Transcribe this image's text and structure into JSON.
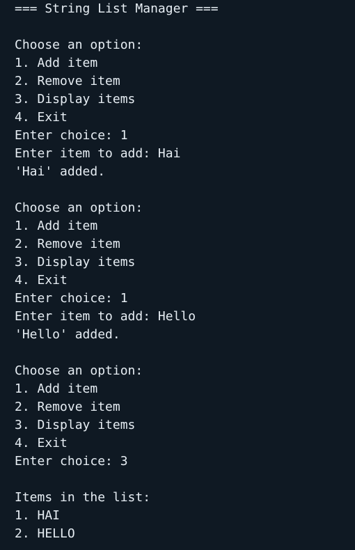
{
  "terminal": {
    "lines": [
      "=== String List Manager ===",
      "",
      "Choose an option:",
      "1. Add item",
      "2. Remove item",
      "3. Display items",
      "4. Exit",
      "Enter choice: 1",
      "Enter item to add: Hai",
      "'Hai' added.",
      "",
      "Choose an option:",
      "1. Add item",
      "2. Remove item",
      "3. Display items",
      "4. Exit",
      "Enter choice: 1",
      "Enter item to add: Hello",
      "'Hello' added.",
      "",
      "Choose an option:",
      "1. Add item",
      "2. Remove item",
      "3. Display items",
      "4. Exit",
      "Enter choice: 3",
      "",
      "Items in the list:",
      "1. HAI",
      "2. HELLO"
    ],
    "colors": {
      "background": "#0f1923",
      "text": "#e6edf3"
    }
  }
}
